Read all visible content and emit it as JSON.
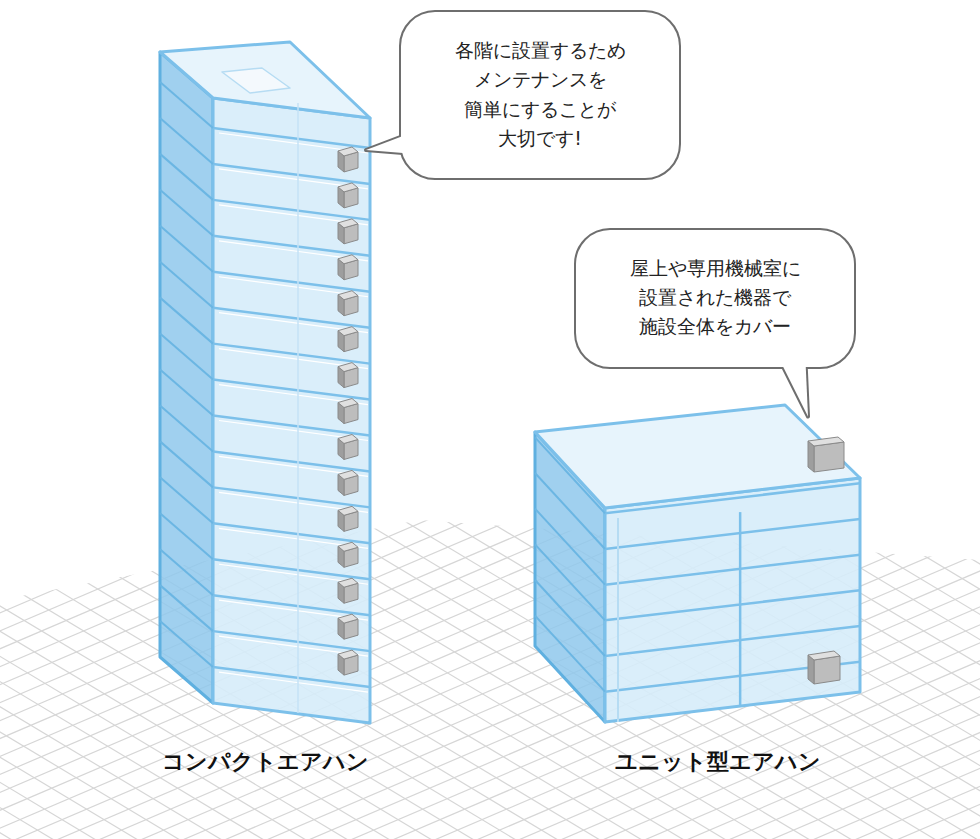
{
  "diagram": {
    "nodes": [
      {
        "text": [
          "各階に設置するため メンテナンスを 簡単にすることが 大切です!"
        ]
      },
      {
        "text": [
          "屋上や専用機械室に 設置された機器で 施設全体をカバー"
        ]
      }
    ],
    "labels": [
      "コンパクトエアハン",
      "ユニット型エアハン"
    ]
  }
}
